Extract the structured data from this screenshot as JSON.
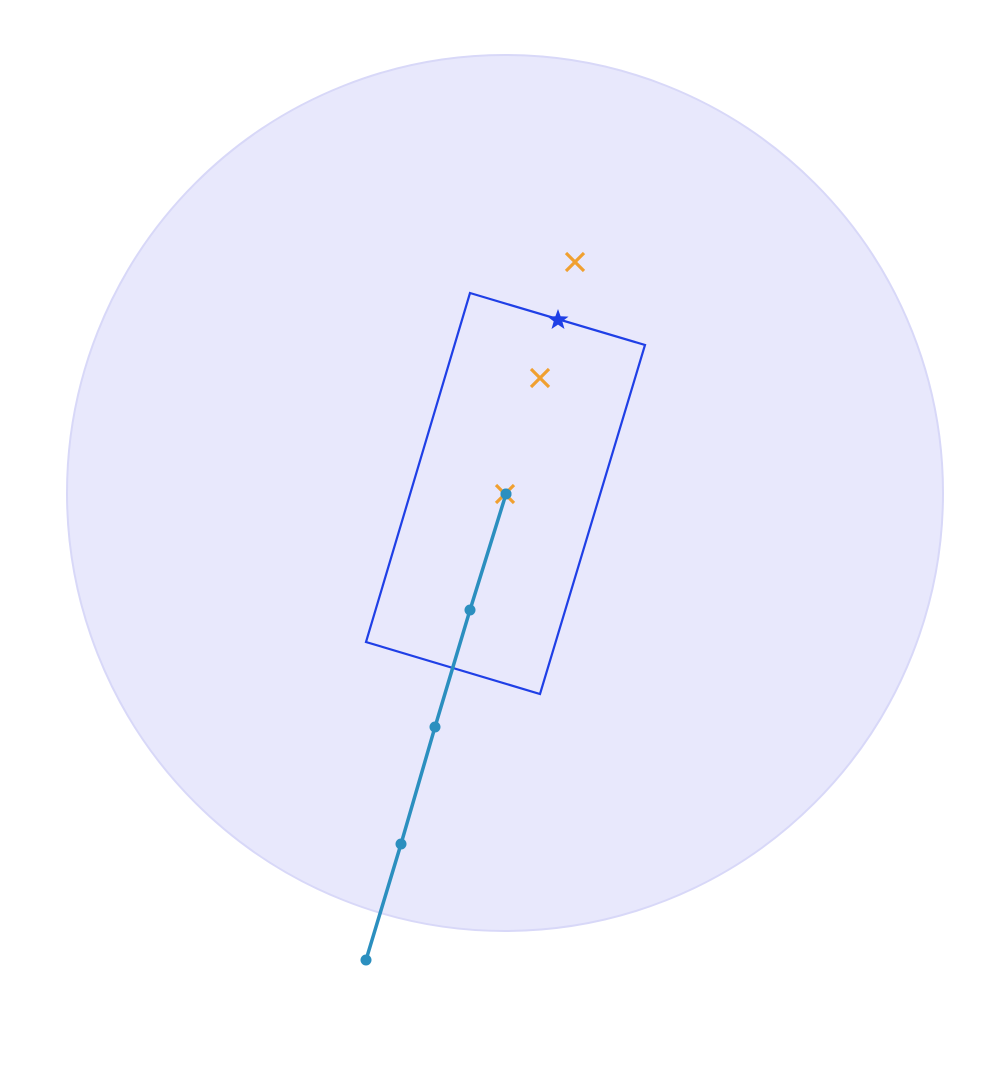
{
  "colors": {
    "background": "#ffffff",
    "circle_fill": "#e8e8fc",
    "circle_stroke": "#d8d8f8",
    "rectangle_stroke": "#1f3fe6",
    "path_color": "#2b8fbf",
    "cross_color": "#f0a030",
    "star_color": "#1f3fe6"
  },
  "diagram": {
    "circle": {
      "role": "region",
      "icon": "circle"
    },
    "rectangle": {
      "role": "bounding-region",
      "icon": "rotated-rectangle"
    },
    "path": {
      "point_count": 5,
      "icon": "dot"
    },
    "crosses": {
      "count": 3,
      "icon": "cross-icon"
    },
    "star": {
      "icon": "star-icon"
    }
  }
}
